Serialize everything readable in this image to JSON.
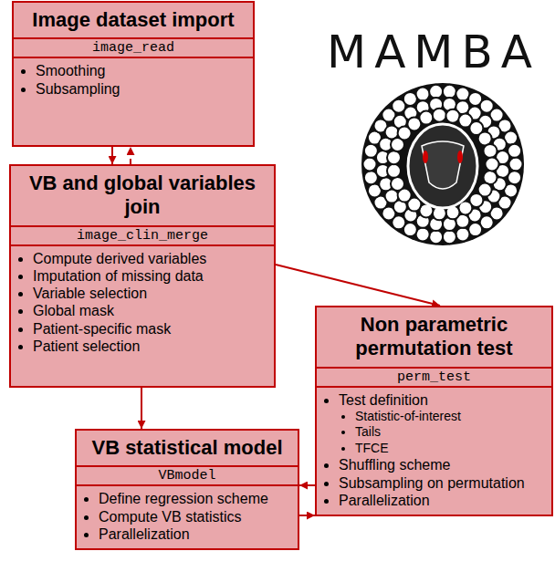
{
  "diagram": {
    "nodes": [
      {
        "text": [
          "Image dataset import",
          "image_read",
          "Smoothing",
          "Subsampling"
        ]
      },
      {
        "text": [
          "VB and global variables join",
          "image_clin_merge",
          "Compute derived variables",
          "Imputation of missing data",
          "Variable selection",
          "Global mask",
          "Patient-specific mask",
          "Patient selection"
        ]
      },
      {
        "text": [
          "Non parametric permutation test",
          "perm_test",
          "Test definition",
          "Statistic-of-interest",
          "Tails",
          "TFCE",
          "Shuffling scheme",
          "Subsampling on permutation",
          "Parallelization"
        ]
      },
      {
        "text": [
          "VB statistical model",
          "VBmodel",
          "Define regression scheme",
          "Compute VB statistics",
          "Parallelization"
        ]
      }
    ],
    "edges": [
      {
        "from": 0,
        "to": 1,
        "arrow": "to"
      },
      {
        "from": 1,
        "to": 0,
        "arrow": "to"
      },
      {
        "from": 1,
        "to": 2,
        "arrow": "to"
      },
      {
        "from": 1,
        "to": 3,
        "arrow": "to"
      },
      {
        "from": 2,
        "to": 3,
        "arrow": "to"
      },
      {
        "from": 3,
        "to": 2,
        "arrow": "to"
      }
    ],
    "labels": [
      "MAMBA"
    ]
  }
}
